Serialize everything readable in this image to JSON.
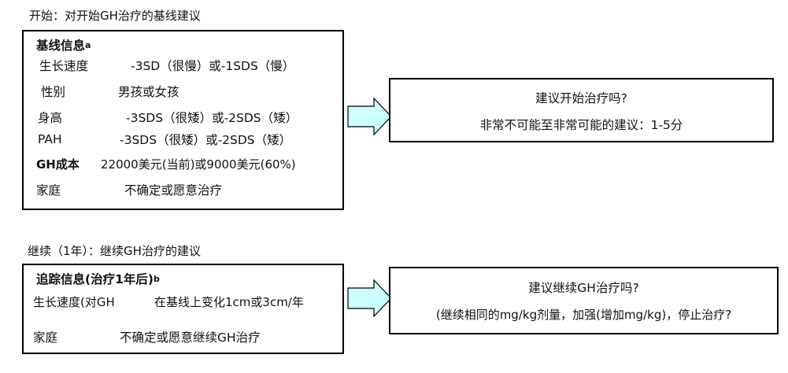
{
  "colors": {
    "arrow_fill": "#ccffff",
    "border": "#000000"
  },
  "start": {
    "title": "开始：对开始GH治疗的基线建议",
    "header": "基线信息",
    "header_mark": "a",
    "rows": [
      {
        "label": "生长速度",
        "value": "-3SD（很慢）或-1SDS（慢）"
      },
      {
        "label": "性别",
        "value": "男孩或女孩"
      },
      {
        "label": "身高",
        "value": "-3SDS（很矮）或-2SDS（矮）"
      },
      {
        "label": "PAH",
        "value": "-3SDS（很矮）或-2SDS（矮）"
      },
      {
        "label": "GH成本",
        "value": "22000美元(当前)或9000美元(60%)"
      },
      {
        "label": "家庭",
        "value": "不确定或愿意治疗"
      }
    ],
    "result_line1": "建议开始治疗吗?",
    "result_line2": "非常不可能至非常可能的建议：1-5分"
  },
  "continue": {
    "title": "继续（1年）：继续GH治疗的建议",
    "header": "追踪信息(治疗1年后)",
    "header_mark": "b",
    "rows": [
      {
        "label": "生长速度(对GH",
        "value": "在基线上变化1cm或3cm/年"
      },
      {
        "label": "家庭",
        "value": "不确定或愿意继续GH治疗"
      }
    ],
    "result_line1": "建议继续GH治疗吗?",
    "result_line2": "(继续相同的mg/kg剂量，加强(增加mg/kg)，停止治疗?"
  }
}
